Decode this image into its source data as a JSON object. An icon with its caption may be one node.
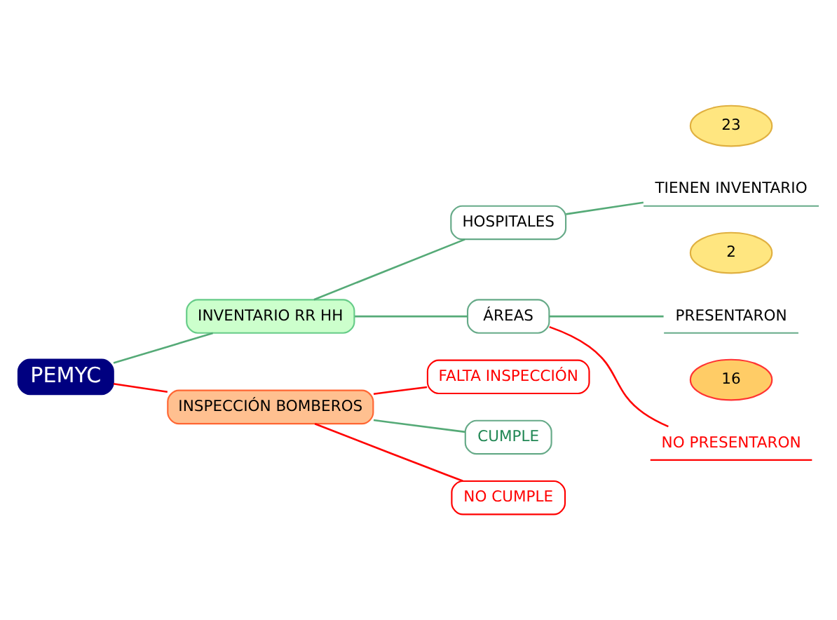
{
  "diagram": {
    "nodes": [
      {
        "text": [
          "PEMYC"
        ]
      },
      {
        "text": [
          "INVENTARIO RR HH"
        ]
      },
      {
        "text": [
          "HOSPITALES"
        ]
      },
      {
        "text": [
          "23"
        ]
      },
      {
        "text": [
          "TIENEN INVENTARIO"
        ]
      },
      {
        "text": [
          "ÁREAS"
        ]
      },
      {
        "text": [
          "2"
        ]
      },
      {
        "text": [
          "PRESENTARON"
        ]
      },
      {
        "text": [
          "16"
        ]
      },
      {
        "text": [
          "NO PRESENTARON"
        ]
      },
      {
        "text": [
          "INSPECCIÓN BOMBEROS"
        ]
      },
      {
        "text": [
          "FALTA INSPECCIÓN"
        ]
      },
      {
        "text": [
          "CUMPLE"
        ]
      },
      {
        "text": [
          "NO CUMPLE"
        ]
      }
    ],
    "edges": [
      {
        "from": 0,
        "to": 1,
        "arrow": "none"
      },
      {
        "from": 1,
        "to": 2,
        "arrow": "none"
      },
      {
        "from": 2,
        "to": 4,
        "arrow": "none"
      },
      {
        "from": 1,
        "to": 5,
        "arrow": "none"
      },
      {
        "from": 5,
        "to": 7,
        "arrow": "none"
      },
      {
        "from": 5,
        "to": 9,
        "arrow": "none",
        "color": "#ff0000"
      },
      {
        "from": 0,
        "to": 10,
        "arrow": "none",
        "color": "#ff0000"
      },
      {
        "from": 10,
        "to": 11,
        "arrow": "none",
        "color": "#ff0000"
      },
      {
        "from": 10,
        "to": 12,
        "arrow": "none"
      },
      {
        "from": 10,
        "to": 13,
        "arrow": "none",
        "color": "#ff0000"
      }
    ]
  }
}
